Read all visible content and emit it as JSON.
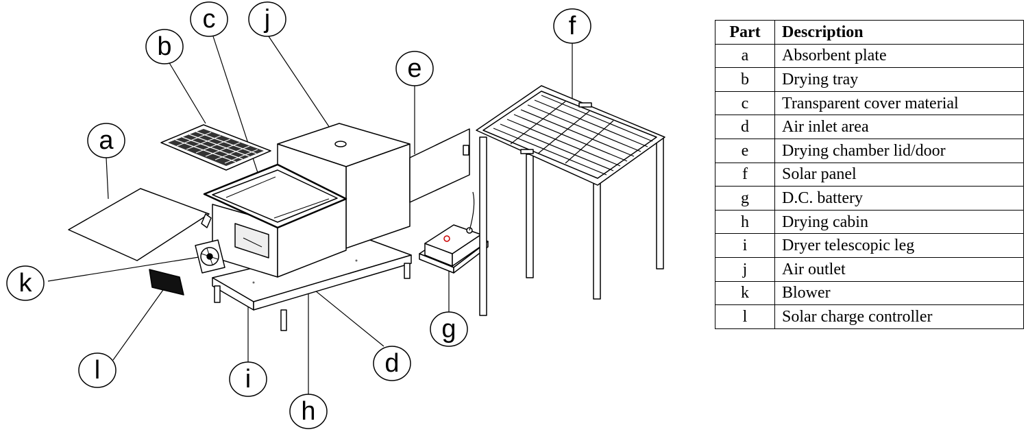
{
  "diagram": {
    "callouts": {
      "a": "a",
      "b": "b",
      "c": "c",
      "d": "d",
      "e": "e",
      "f": "f",
      "g": "g",
      "h": "h",
      "i": "i",
      "j": "j",
      "k": "k",
      "l": "l"
    }
  },
  "table": {
    "header": {
      "part": "Part",
      "description": "Description"
    },
    "rows": [
      {
        "part": "a",
        "description": "Absorbent plate"
      },
      {
        "part": "b",
        "description": "Drying tray"
      },
      {
        "part": "c",
        "description": "Transparent cover material"
      },
      {
        "part": "d",
        "description": "Air inlet area"
      },
      {
        "part": "e",
        "description": "Drying chamber lid/door"
      },
      {
        "part": "f",
        "description": "Solar panel"
      },
      {
        "part": "g",
        "description": "D.C. battery"
      },
      {
        "part": "h",
        "description": "Drying cabin"
      },
      {
        "part": "i",
        "description": "Dryer telescopic leg"
      },
      {
        "part": "j",
        "description": "Air outlet"
      },
      {
        "part": "k",
        "description": "Blower"
      },
      {
        "part": "l",
        "description": "Solar charge controller"
      }
    ]
  },
  "colors": {
    "line": "#000000",
    "background": "#ffffff",
    "battery_terminal": "#cc0000"
  }
}
